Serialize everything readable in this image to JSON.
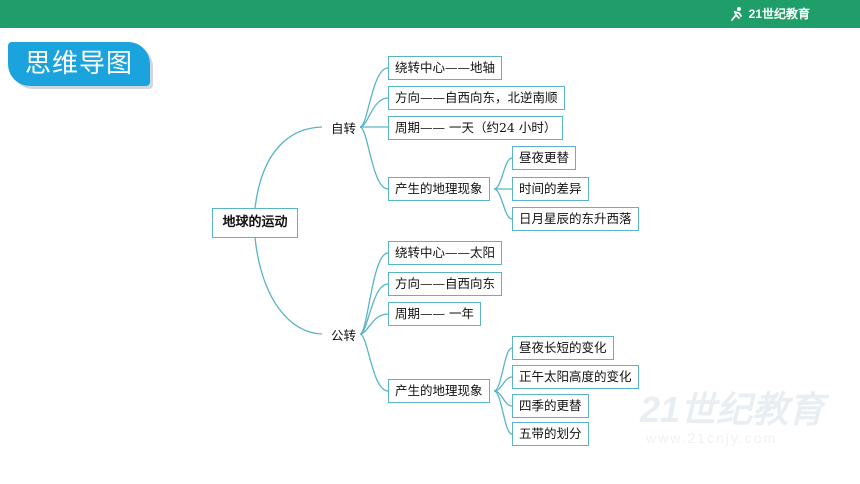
{
  "header": {
    "brand": "21世纪教育",
    "accent": "#1f9e6a"
  },
  "title": "思维导图",
  "root": "地球的运动",
  "rotation": {
    "label": "自转",
    "items": [
      "绕转中心——地轴",
      "方向——自西向东，北逆南顺",
      "周期—— 一天（约24 小时）"
    ],
    "phenomena": {
      "label": "产生的地理现象",
      "items": [
        "昼夜更替",
        "时间的差异",
        "日月星辰的东升西落"
      ]
    }
  },
  "revolution": {
    "label": "公转",
    "items": [
      "绕转中心——太阳",
      "方向——自西向东",
      "周期—— 一年"
    ],
    "phenomena": {
      "label": "产生的地理现象",
      "items": [
        "昼夜长短的变化",
        "正午太阳高度的变化",
        "四季的更替",
        "五带的划分"
      ]
    }
  },
  "watermark": {
    "main": "21世纪教育",
    "sub": "www.21cnjy.com"
  },
  "colors": {
    "badge": "#1aa3dd",
    "line": "#5ab4c8"
  }
}
